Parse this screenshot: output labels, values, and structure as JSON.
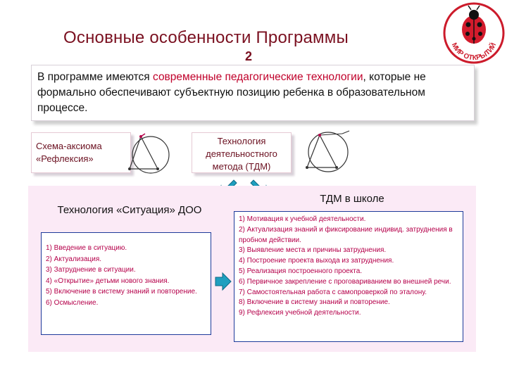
{
  "header": {
    "title": "Основные особенности Программы",
    "page_number": "2",
    "logo_text": "МИР ОТКРЫТИЙ"
  },
  "intro": {
    "part1": "В программе имеются ",
    "highlight": "современные педагогические технологии",
    "part2": ", которые не формально обеспечивают субъектную позицию ребенка в образовательном процессе."
  },
  "schema": {
    "label": "Схема-аксиома «Рефлексия»"
  },
  "tdm": {
    "label": "Технология деятельностного метода (ТДМ)"
  },
  "situation": {
    "title": "Технология «Ситуация» ДОО",
    "steps": [
      "1) Введение в ситуацию.",
      "2) Актуализация.",
      "3) Затруднение в ситуации.",
      "4) «Открытие» детьми нового знания.",
      "5) Включение в систему знаний и повторение.",
      "6) Осмысление."
    ]
  },
  "school": {
    "title": "ТДМ в школе",
    "steps": [
      "1) Мотивация к учебной деятельности.",
      "2) Актуализация знаний и фиксирование индивид. затруднения в пробном действии.",
      "3) Выявление места и причины затруднения.",
      "4) Построение проекта выхода из затруднения.",
      "5) Реализация построенного проекта.",
      "6) Первичное закрепление с проговариванием во внешней речи.",
      "7) Самостоятельная работа с самопроверкой по эталону.",
      "8) Включение в систему знаний и повторение.",
      "9) Рефлексия учебной деятельности."
    ]
  },
  "colors": {
    "title": "#7a1020",
    "accent": "#c0002a",
    "list_text": "#b5004a",
    "arrow": "#1f9fbf",
    "pink_bg": "#fbeaf6",
    "list_border": "#1d3a9a"
  }
}
